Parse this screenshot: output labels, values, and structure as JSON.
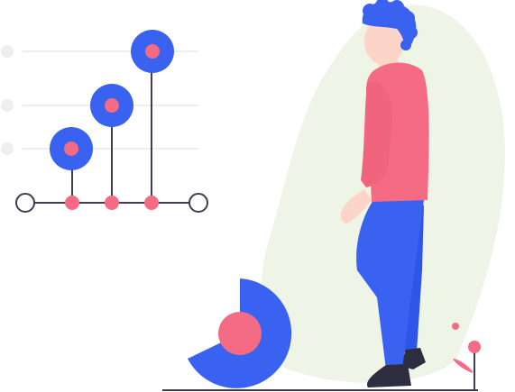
{
  "illustration": {
    "colors": {
      "primary_blue": "#3a62f0",
      "accent_pink": "#f56b84",
      "blob_green": "#eef4e6",
      "guide_gray": "#eeeeee",
      "outline_dark": "#3f3d56",
      "hair_blue": "#3a62f0",
      "skin": "#fcd5c8",
      "shoe_dark": "#2f2e41",
      "white": "#ffffff"
    },
    "icons": [
      "timeline-icon",
      "pie-chart-icon",
      "person-figure",
      "plant-icon",
      "background-blob"
    ],
    "timeline": {
      "markers": 3,
      "guide_lines": 3
    },
    "pie_chart": {
      "filled_fraction": 0.75
    }
  }
}
